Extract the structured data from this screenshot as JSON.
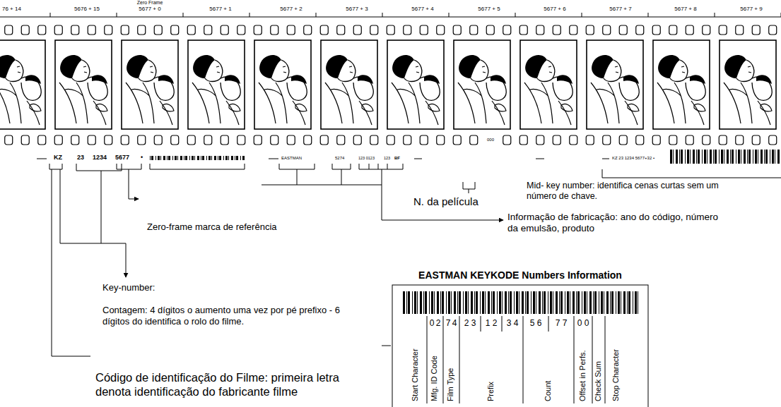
{
  "diagram": {
    "nodes": [
      {
        "text": [
          "EASTMAN KEYKODE Numbers Information"
        ]
      }
    ],
    "edges": [],
    "labels": [
      "76 + 14",
      "5676 + 15",
      "Zero Frame",
      "5677 + 0",
      "5677 + 1",
      "5677 + 2",
      "5677 + 3",
      "5677 + 4",
      "5677 + 5",
      "5677 + 6",
      "5677 + 7",
      "5677 + 8",
      "5677 + 9",
      "KZ",
      "23",
      "1234",
      "5677",
      "•",
      "EASTMAN",
      "5274",
      "123 0123",
      "123",
      "BF",
      "000",
      "KZ 23 1234 5677+32 •",
      "N. da película",
      "Mid- key number:  identifica cenas curtas sem um número de chave.",
      "Informação de fabricação: ano do código, número da emulsão,  produto",
      "Zero-frame marca de referência",
      "Key-number:",
      "Contagem: 4 dígitos o aumento uma vez por pé prefixo - 6 dígitos do identifica o rolo do filme.",
      "Código de identificação do Filme: primeira letra denota identificação do fabricante filme",
      "0",
      "2",
      "7",
      "4",
      "2",
      "3",
      "1",
      "2",
      "3",
      "4",
      "5",
      "6",
      "7",
      "7",
      "0",
      "0",
      "Start Character",
      "Mfg. ID Code",
      "Film Type",
      "Prefix",
      "Count",
      "Offset in Perfs.",
      "Check Sum",
      "Stop Character"
    ]
  }
}
